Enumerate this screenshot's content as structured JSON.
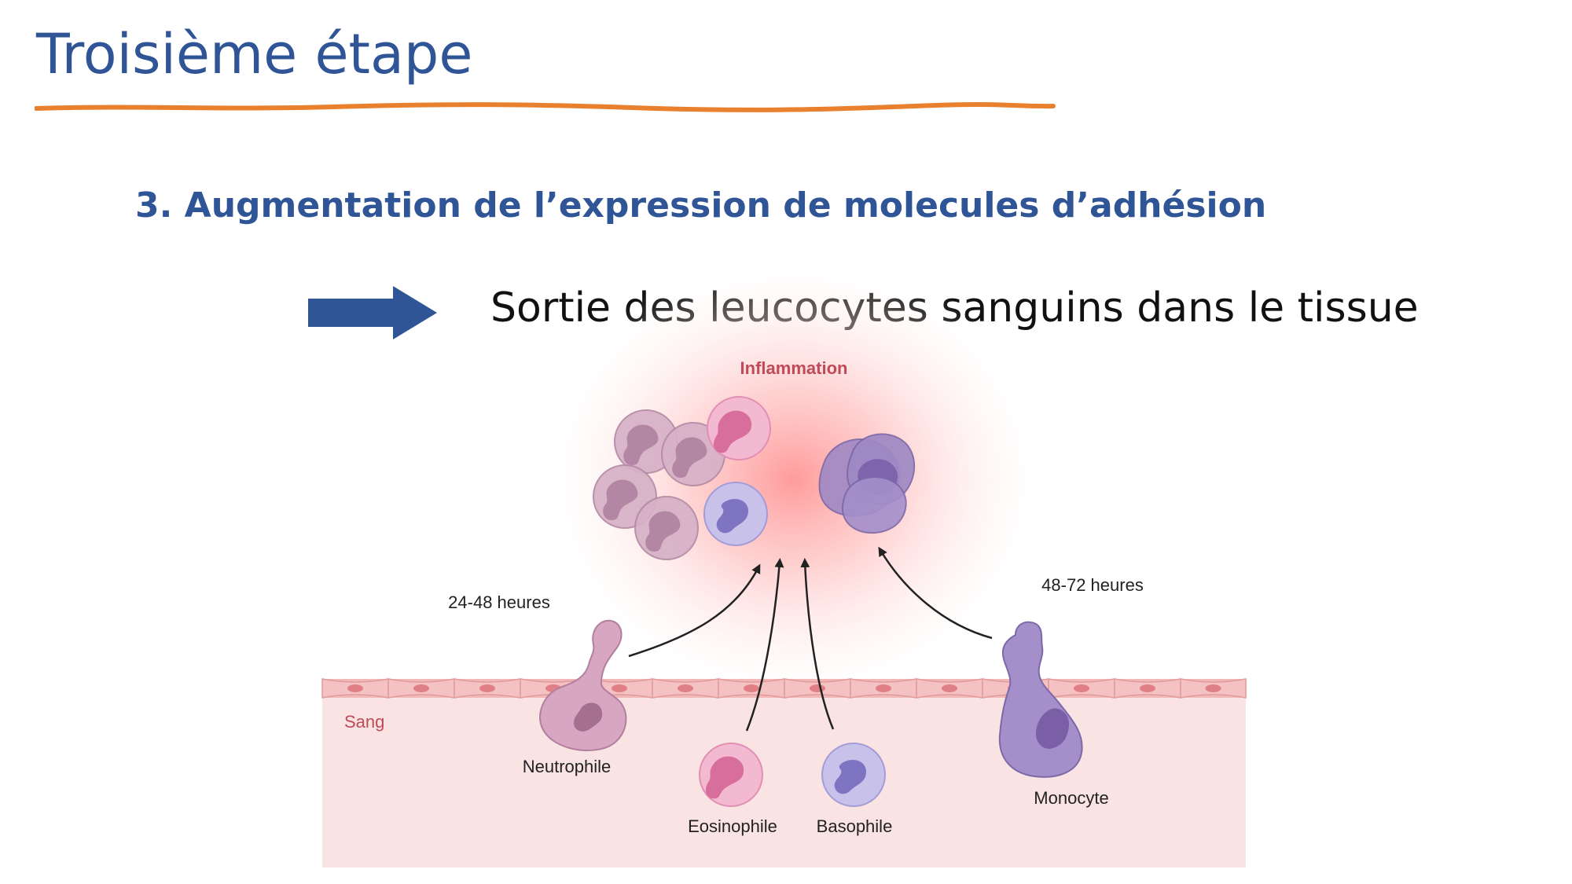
{
  "slide": {
    "title": "Troisième étape",
    "subtitle": "3. Augmentation de l’expression de molecules d’adhésion",
    "statement": "Sortie des leucocytes sanguins dans le tissue"
  },
  "figure": {
    "inflammation_label": "Inflammation",
    "blood_label": "Sang",
    "time_early": "24-48 heures",
    "time_late": "48-72 heures",
    "cells": {
      "neutrophil": "Neutrophile",
      "eosinophil": "Eosinophile",
      "basophil": "Basophile",
      "monocyte": "Monocyte"
    }
  },
  "colors": {
    "title_blue": "#2f5597",
    "underline_orange": "#e8802e",
    "arrow_blue": "#2f5597",
    "inflammation_red": "#c04a57",
    "blood_pink": "#f9e3e3",
    "endothelium_pink": "#f2b8b8"
  },
  "icons": {
    "arrow": "right-arrow-icon"
  }
}
